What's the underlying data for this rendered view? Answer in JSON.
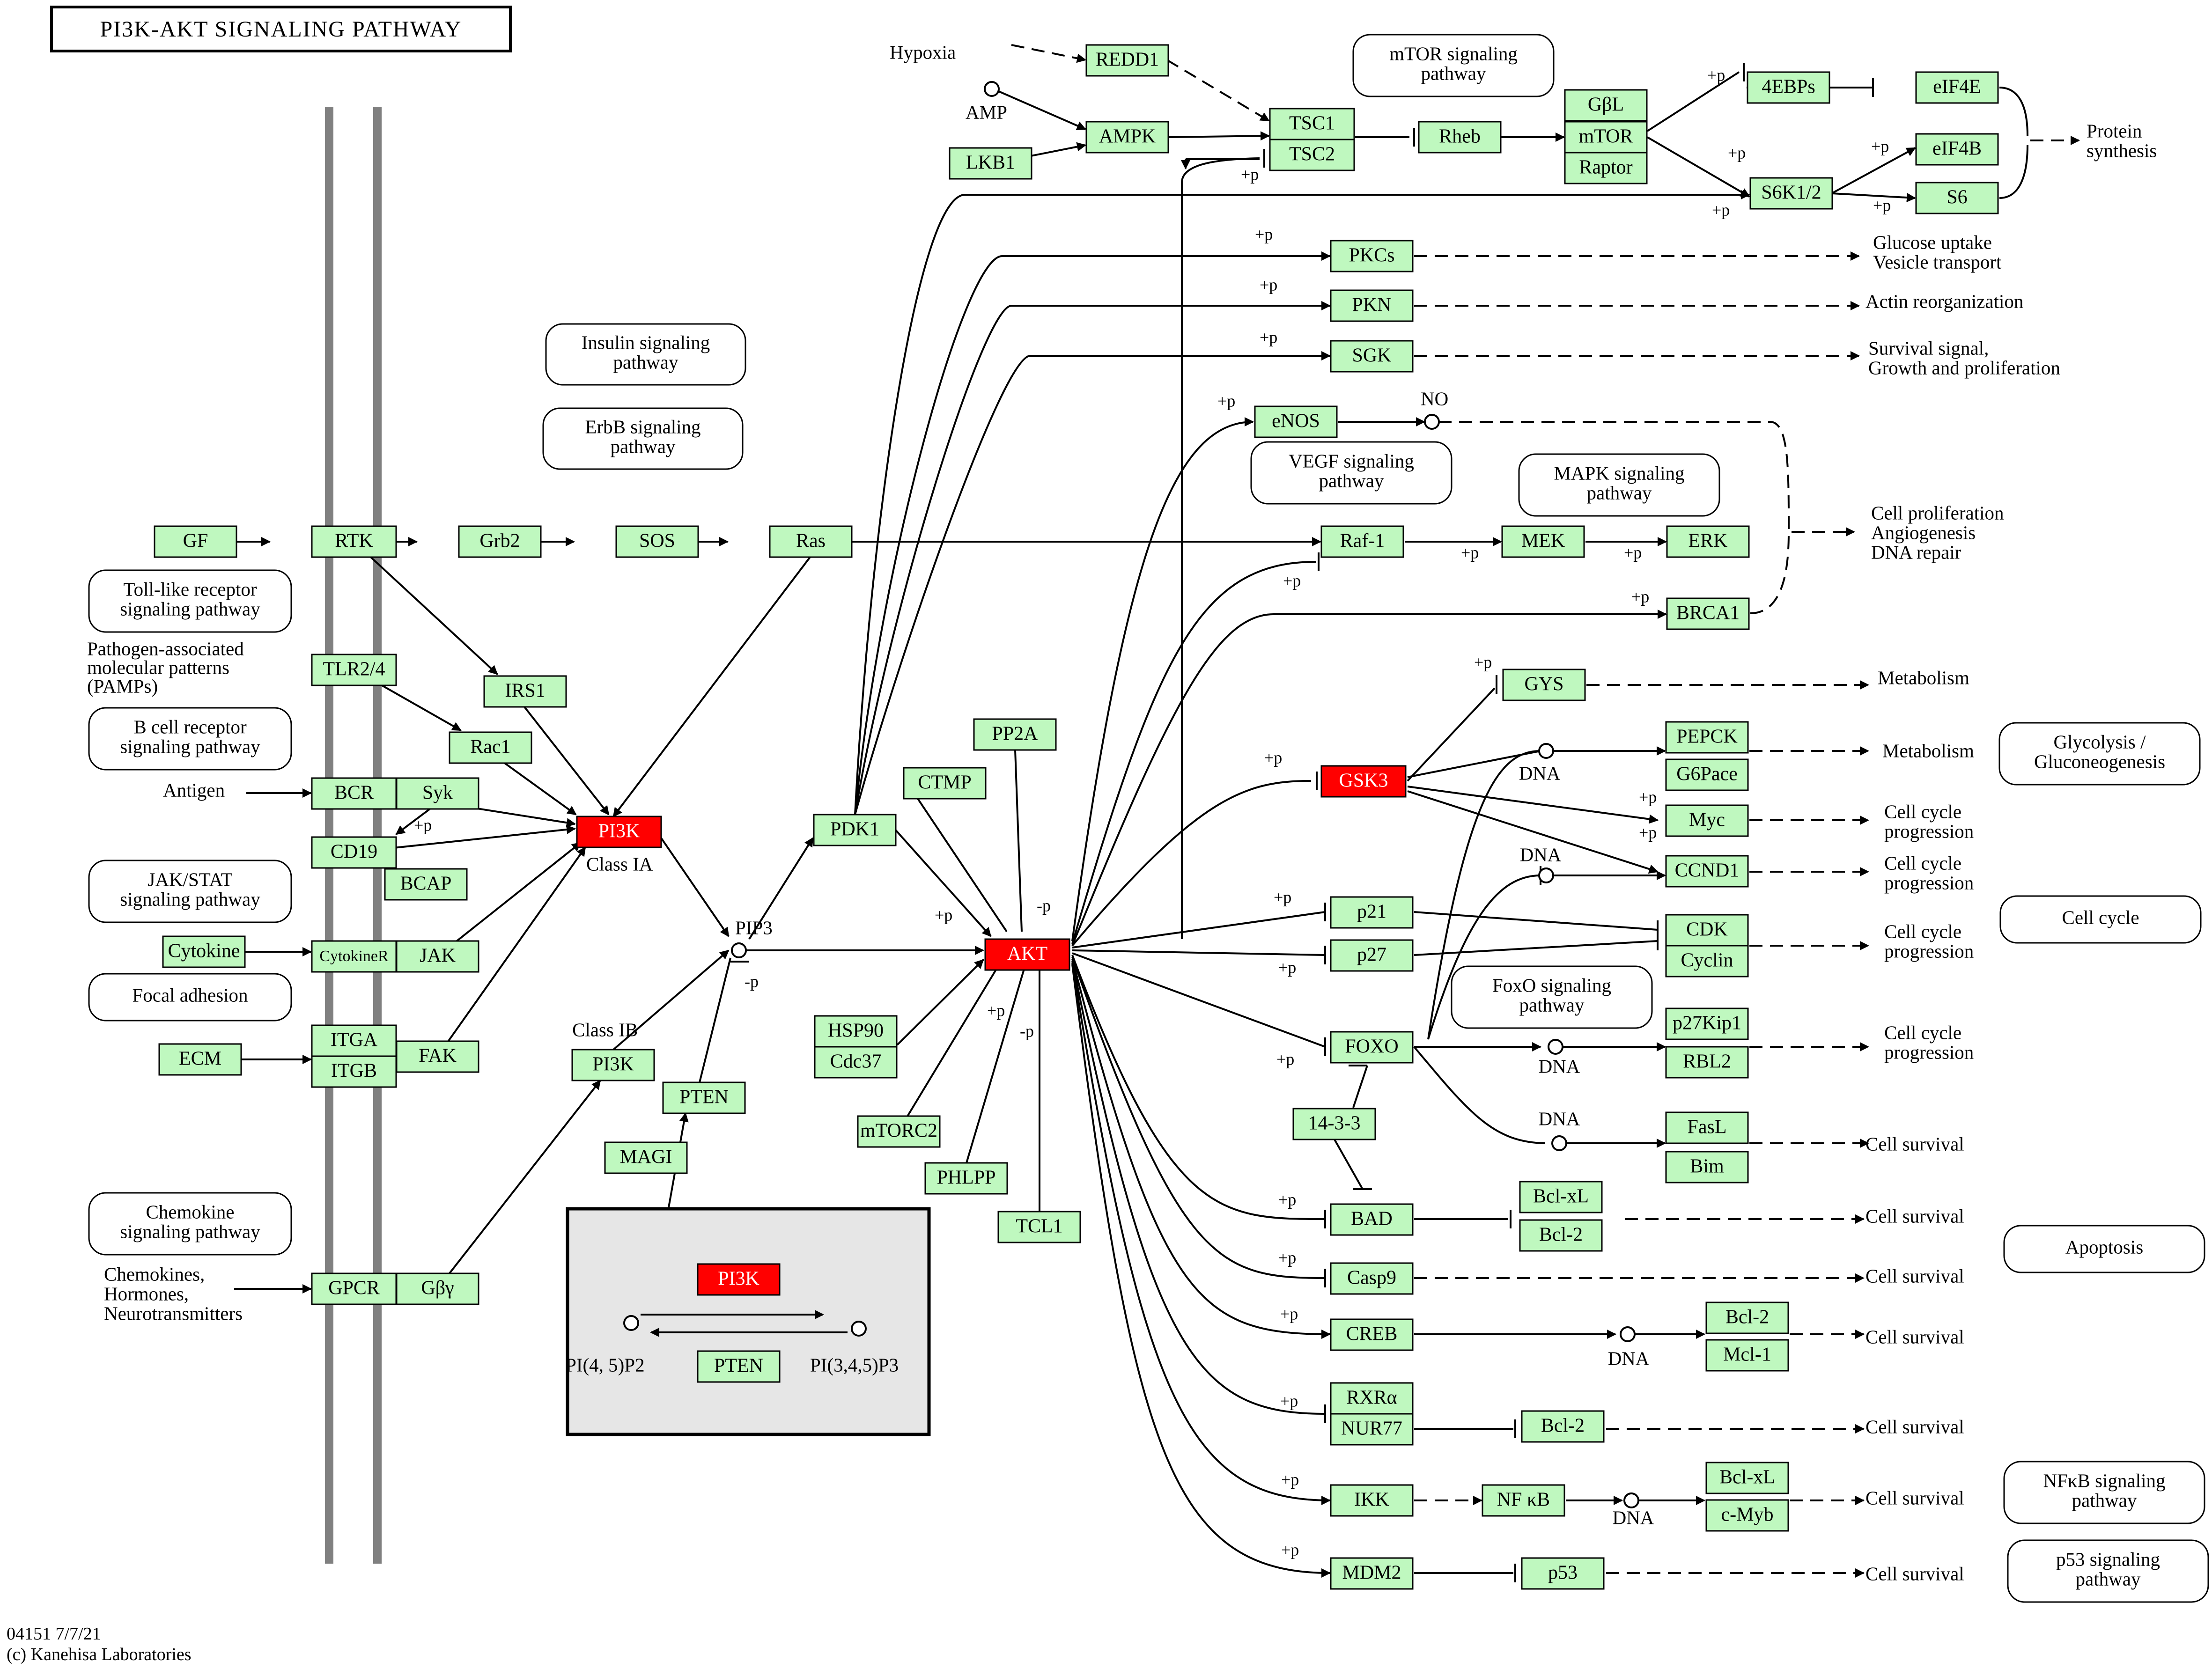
{
  "title": "PI3K-AKT SIGNALING PATHWAY",
  "footer": {
    "id": "04151 7/7/21",
    "credit": "(c) Kanehisa Laboratories"
  },
  "colors": {
    "node": "#bff8bf",
    "highlight": "#ff0000",
    "membrane": "#808080",
    "legend_bg": "#e6e6e6"
  },
  "nodes": [
    {
      "id": "GF",
      "label": "GF"
    },
    {
      "id": "RTK",
      "label": "RTK"
    },
    {
      "id": "Grb2",
      "label": "Grb2"
    },
    {
      "id": "SOS",
      "label": "SOS"
    },
    {
      "id": "Ras",
      "label": "Ras"
    },
    {
      "id": "TLR24",
      "label": "TLR2/4"
    },
    {
      "id": "IRS1",
      "label": "IRS1"
    },
    {
      "id": "Rac1",
      "label": "Rac1"
    },
    {
      "id": "BCR",
      "label": "BCR"
    },
    {
      "id": "Syk",
      "label": "Syk"
    },
    {
      "id": "CD19",
      "label": "CD19"
    },
    {
      "id": "BCAP",
      "label": "BCAP"
    },
    {
      "id": "PI3K",
      "label": "PI3K",
      "highlight": true
    },
    {
      "id": "Cytokine",
      "label": "Cytokine"
    },
    {
      "id": "CytokineR",
      "label": "CytokineR"
    },
    {
      "id": "JAK",
      "label": "JAK"
    },
    {
      "id": "ECM",
      "label": "ECM"
    },
    {
      "id": "ITGA",
      "label": "ITGA"
    },
    {
      "id": "ITGB",
      "label": "ITGB"
    },
    {
      "id": "FAK",
      "label": "FAK"
    },
    {
      "id": "GPCR",
      "label": "GPCR"
    },
    {
      "id": "Gbg",
      "label": "Gβγ"
    },
    {
      "id": "PI3K_IB",
      "label": "PI3K"
    },
    {
      "id": "PTEN",
      "label": "PTEN"
    },
    {
      "id": "MAGI",
      "label": "MAGI"
    },
    {
      "id": "PDK1",
      "label": "PDK1"
    },
    {
      "id": "CTMP",
      "label": "CTMP"
    },
    {
      "id": "PP2A",
      "label": "PP2A"
    },
    {
      "id": "AKT",
      "label": "AKT",
      "highlight": true
    },
    {
      "id": "HSP90",
      "label": "HSP90"
    },
    {
      "id": "Cdc37",
      "label": "Cdc37"
    },
    {
      "id": "mTORC2",
      "label": "mTORC2"
    },
    {
      "id": "PHLPP",
      "label": "PHLPP"
    },
    {
      "id": "TCL1",
      "label": "TCL1"
    },
    {
      "id": "REDD1",
      "label": "REDD1"
    },
    {
      "id": "AMPK",
      "label": "AMPK"
    },
    {
      "id": "LKB1",
      "label": "LKB1"
    },
    {
      "id": "TSC1",
      "label": "TSC1"
    },
    {
      "id": "TSC2",
      "label": "TSC2"
    },
    {
      "id": "Rheb",
      "label": "Rheb"
    },
    {
      "id": "GbL",
      "label": "GβL"
    },
    {
      "id": "mTOR",
      "label": "mTOR"
    },
    {
      "id": "Raptor",
      "label": "Raptor"
    },
    {
      "id": "4EBPs",
      "label": "4EBPs"
    },
    {
      "id": "eIF4E",
      "label": "eIF4E"
    },
    {
      "id": "eIF4B",
      "label": "eIF4B"
    },
    {
      "id": "S6K12",
      "label": "S6K1/2"
    },
    {
      "id": "S6",
      "label": "S6"
    },
    {
      "id": "PKCs",
      "label": "PKCs"
    },
    {
      "id": "PKN",
      "label": "PKN"
    },
    {
      "id": "SGK",
      "label": "SGK"
    },
    {
      "id": "eNOS",
      "label": "eNOS"
    },
    {
      "id": "Raf1",
      "label": "Raf-1"
    },
    {
      "id": "MEK",
      "label": "MEK"
    },
    {
      "id": "ERK",
      "label": "ERK"
    },
    {
      "id": "BRCA1",
      "label": "BRCA1"
    },
    {
      "id": "GYS",
      "label": "GYS"
    },
    {
      "id": "GSK3",
      "label": "GSK3",
      "highlight": true
    },
    {
      "id": "PEPCK",
      "label": "PEPCK"
    },
    {
      "id": "G6Pace",
      "label": "G6Pace"
    },
    {
      "id": "Myc",
      "label": "Myc"
    },
    {
      "id": "CCND1",
      "label": "CCND1"
    },
    {
      "id": "p21",
      "label": "p21"
    },
    {
      "id": "p27",
      "label": "p27"
    },
    {
      "id": "CDK",
      "label": "CDK"
    },
    {
      "id": "Cyclin",
      "label": "Cyclin"
    },
    {
      "id": "FOXO",
      "label": "FOXO"
    },
    {
      "id": "p27Kip1",
      "label": "p27Kip1"
    },
    {
      "id": "RBL2",
      "label": "RBL2"
    },
    {
      "id": "1433",
      "label": "14-3-3"
    },
    {
      "id": "FasL",
      "label": "FasL"
    },
    {
      "id": "Bim",
      "label": "Bim"
    },
    {
      "id": "BAD",
      "label": "BAD"
    },
    {
      "id": "BclxL_1",
      "label": "Bcl-xL"
    },
    {
      "id": "Bcl2_1",
      "label": "Bcl-2"
    },
    {
      "id": "Casp9",
      "label": "Casp9"
    },
    {
      "id": "CREB",
      "label": "CREB"
    },
    {
      "id": "Bcl2_2",
      "label": "Bcl-2"
    },
    {
      "id": "Mcl1",
      "label": "Mcl-1"
    },
    {
      "id": "RXRa",
      "label": "RXRα"
    },
    {
      "id": "NUR77",
      "label": "NUR77"
    },
    {
      "id": "Bcl2_3",
      "label": "Bcl-2"
    },
    {
      "id": "IKK",
      "label": "IKK"
    },
    {
      "id": "NFkB",
      "label": "NF κB"
    },
    {
      "id": "BclxL_2",
      "label": "Bcl-xL"
    },
    {
      "id": "cMyb",
      "label": "c-Myb"
    },
    {
      "id": "MDM2",
      "label": "MDM2"
    },
    {
      "id": "p53",
      "label": "p53"
    },
    {
      "id": "L_PI3K",
      "label": "PI3K",
      "highlight": true
    },
    {
      "id": "L_PTEN",
      "label": "PTEN"
    }
  ],
  "pathways": [
    {
      "id": "insulin",
      "lines": [
        "Insulin signaling",
        "pathway"
      ]
    },
    {
      "id": "erbb",
      "lines": [
        "ErbB signaling",
        "pathway"
      ]
    },
    {
      "id": "tlr",
      "lines": [
        "Toll-like receptor",
        "signaling pathway"
      ]
    },
    {
      "id": "bcell",
      "lines": [
        "B cell receptor",
        "signaling pathway"
      ]
    },
    {
      "id": "jakstat",
      "lines": [
        "JAK/STAT",
        "signaling pathway"
      ]
    },
    {
      "id": "focal",
      "lines": [
        "Focal adhesion"
      ]
    },
    {
      "id": "chemokine",
      "lines": [
        "Chemokine",
        "signaling pathway"
      ]
    },
    {
      "id": "mtor",
      "lines": [
        "mTOR signaling",
        "pathway"
      ]
    },
    {
      "id": "vegf",
      "lines": [
        "VEGF signaling",
        "pathway"
      ]
    },
    {
      "id": "mapk",
      "lines": [
        "MAPK signaling",
        "pathway"
      ]
    },
    {
      "id": "foxo",
      "lines": [
        "FoxO signaling",
        "pathway"
      ]
    },
    {
      "id": "glycolysis",
      "lines": [
        "Glycolysis /",
        "Gluconeogenesis"
      ]
    },
    {
      "id": "cellcycle",
      "lines": [
        "Cell cycle"
      ]
    },
    {
      "id": "apoptosis",
      "lines": [
        "Apoptosis"
      ]
    },
    {
      "id": "nfkb",
      "lines": [
        "NFκB signaling",
        "pathway"
      ]
    },
    {
      "id": "p53",
      "lines": [
        "p53 signaling",
        "pathway"
      ]
    }
  ],
  "labels": {
    "pamps": [
      "Pathogen-associated",
      "molecular patterns",
      "(PAMPs)"
    ],
    "antigen": "Antigen",
    "chemokines": [
      "Chemokines,",
      "Hormones,",
      "Neurotransmitters"
    ],
    "hypoxia": "Hypoxia",
    "amp": "AMP",
    "no": "NO",
    "pip3": "PIP3",
    "class_ia": "Class IA",
    "class_ib": "Class IB",
    "protein_synthesis": [
      "Protein",
      "synthesis"
    ],
    "glucose": [
      "Glucose uptake",
      "Vesicle transport"
    ],
    "actin": "Actin reorganization",
    "survival_growth": [
      "Survival signal,",
      "Growth and proliferation"
    ],
    "cell_prolif": [
      "Cell proliferation",
      "Angiogenesis",
      "DNA repair"
    ],
    "metabolism": "Metabolism",
    "cell_cycle_prog": [
      "Cell cycle",
      "progression"
    ],
    "cell_survival": "Cell survival",
    "dna": "DNA",
    "plus_p": "+p",
    "minus_p": "-p",
    "legend_left": "PI(4, 5)P2",
    "legend_right": "PI(3,4,5)P3"
  }
}
